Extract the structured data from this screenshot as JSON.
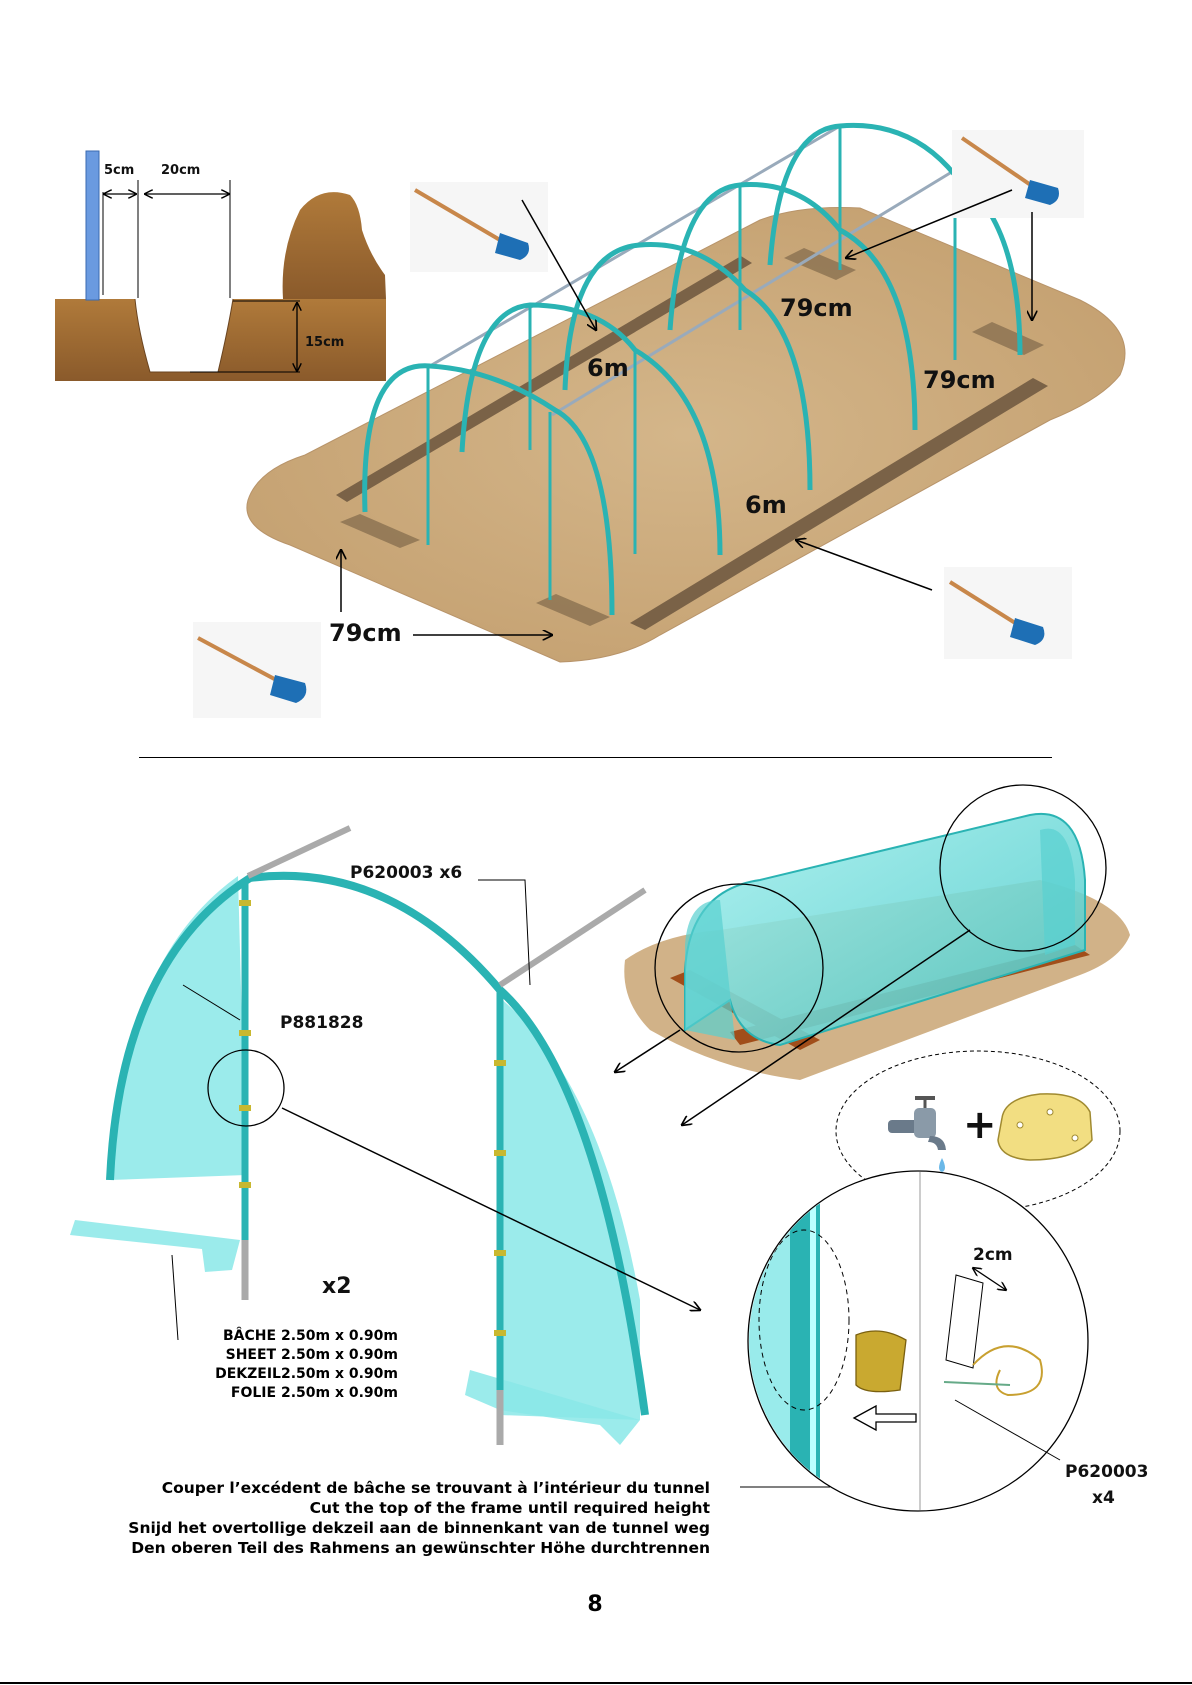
{
  "trench_detail": {
    "gap_label": "5cm",
    "width_label": "20cm",
    "depth_label": "15cm"
  },
  "layout_diagram": {
    "dimensions": {
      "rear_edge": "79cm",
      "right_end": "79cm",
      "front_end": "79cm",
      "trench_length_back": "6m",
      "trench_length_front": "6m"
    }
  },
  "end_panel": {
    "tube_part": "P620003 x6",
    "sheet_part": "P881828",
    "quantity": "x2",
    "sheet_specs": [
      "BÂCHE 2.50m x 0.90m",
      "SHEET 2.50m x 0.90m",
      "DEKZEIL2.50m x 0.90m",
      "FOLIE 2.50m x 0.90m"
    ]
  },
  "detail": {
    "clip_gap": "2cm",
    "clip_part": "P620003",
    "clip_qty": "x4",
    "plus_sign": "+"
  },
  "instructions": [
    "Couper l’excédent de bâche se trouvant à l’intérieur du tunnel",
    "Cut the top of the frame until required height",
    "Snijd het overtollige dekzeil aan de binnenkant van de tunnel weg",
    "Den oberen Teil des Rahmens an gewünschter Höhe durchtrennen"
  ],
  "page_number": "8",
  "colors": {
    "soil": "#c9a97a",
    "soil_dark": "#8a5a2b",
    "frame": "#2ab3b3",
    "sheet": "#7fe6e6",
    "shovel": "#1e6fb5",
    "wood": "#c8874a"
  }
}
